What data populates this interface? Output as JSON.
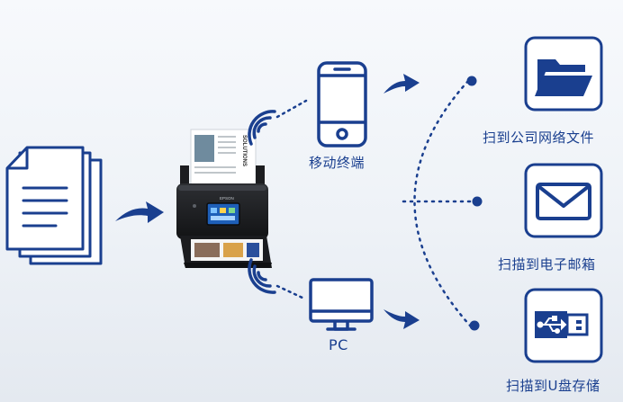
{
  "labels": {
    "mobile": "移动终端",
    "pc": "PC",
    "folder": "扫到公司网络文件",
    "email": "扫描到电子邮箱",
    "usb": "扫描到U盘存储"
  },
  "scanner": {
    "brand": "EPSON",
    "doc_text": "SOLUTIONS"
  },
  "colors": {
    "brand_blue": "#1a3f8f",
    "line_blue": "#2a4f9c"
  },
  "icons": {
    "document": "document-stack-icon",
    "scanner": "scanner-icon",
    "mobile": "smartphone-icon",
    "pc": "monitor-icon",
    "folder": "folder-icon",
    "email": "envelope-icon",
    "usb": "usb-icon"
  }
}
